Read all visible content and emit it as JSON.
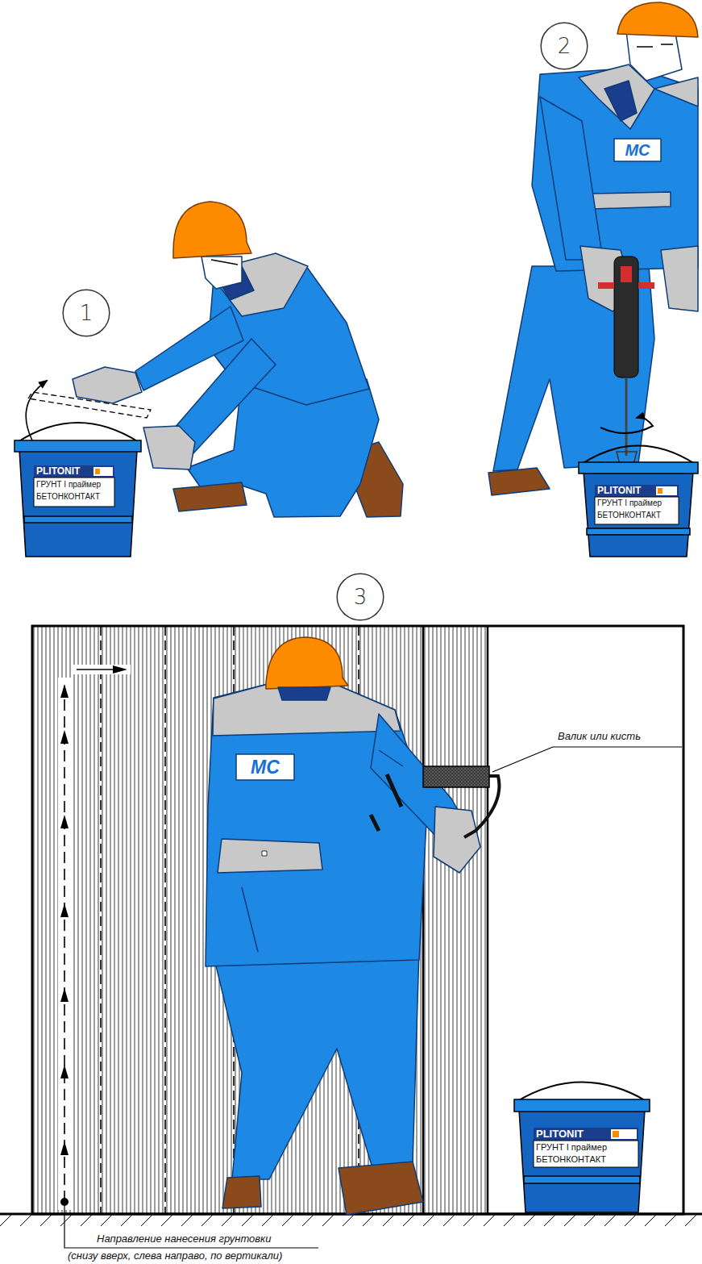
{
  "diagram": {
    "nodes": [
      {
        "text": [
          "1"
        ]
      },
      {
        "text": [
          "2"
        ]
      },
      {
        "text": [
          "3"
        ]
      }
    ],
    "labels": [
      "PLITONIT",
      "ГРУНТ I праймер",
      "БЕТОНКОНТАКТ",
      "MC",
      "PLITONIT",
      "ГРУНТ I праймер",
      "БЕТОНКОНТАКТ",
      "MC",
      "Валик или кисть",
      "PLITONIT",
      "ГРУНТ I праймер",
      "БЕТОНКОНТАКТ",
      "Направление нанесения грунтовки",
      "(снизу вверх, слева направо, по вертикали)"
    ]
  }
}
